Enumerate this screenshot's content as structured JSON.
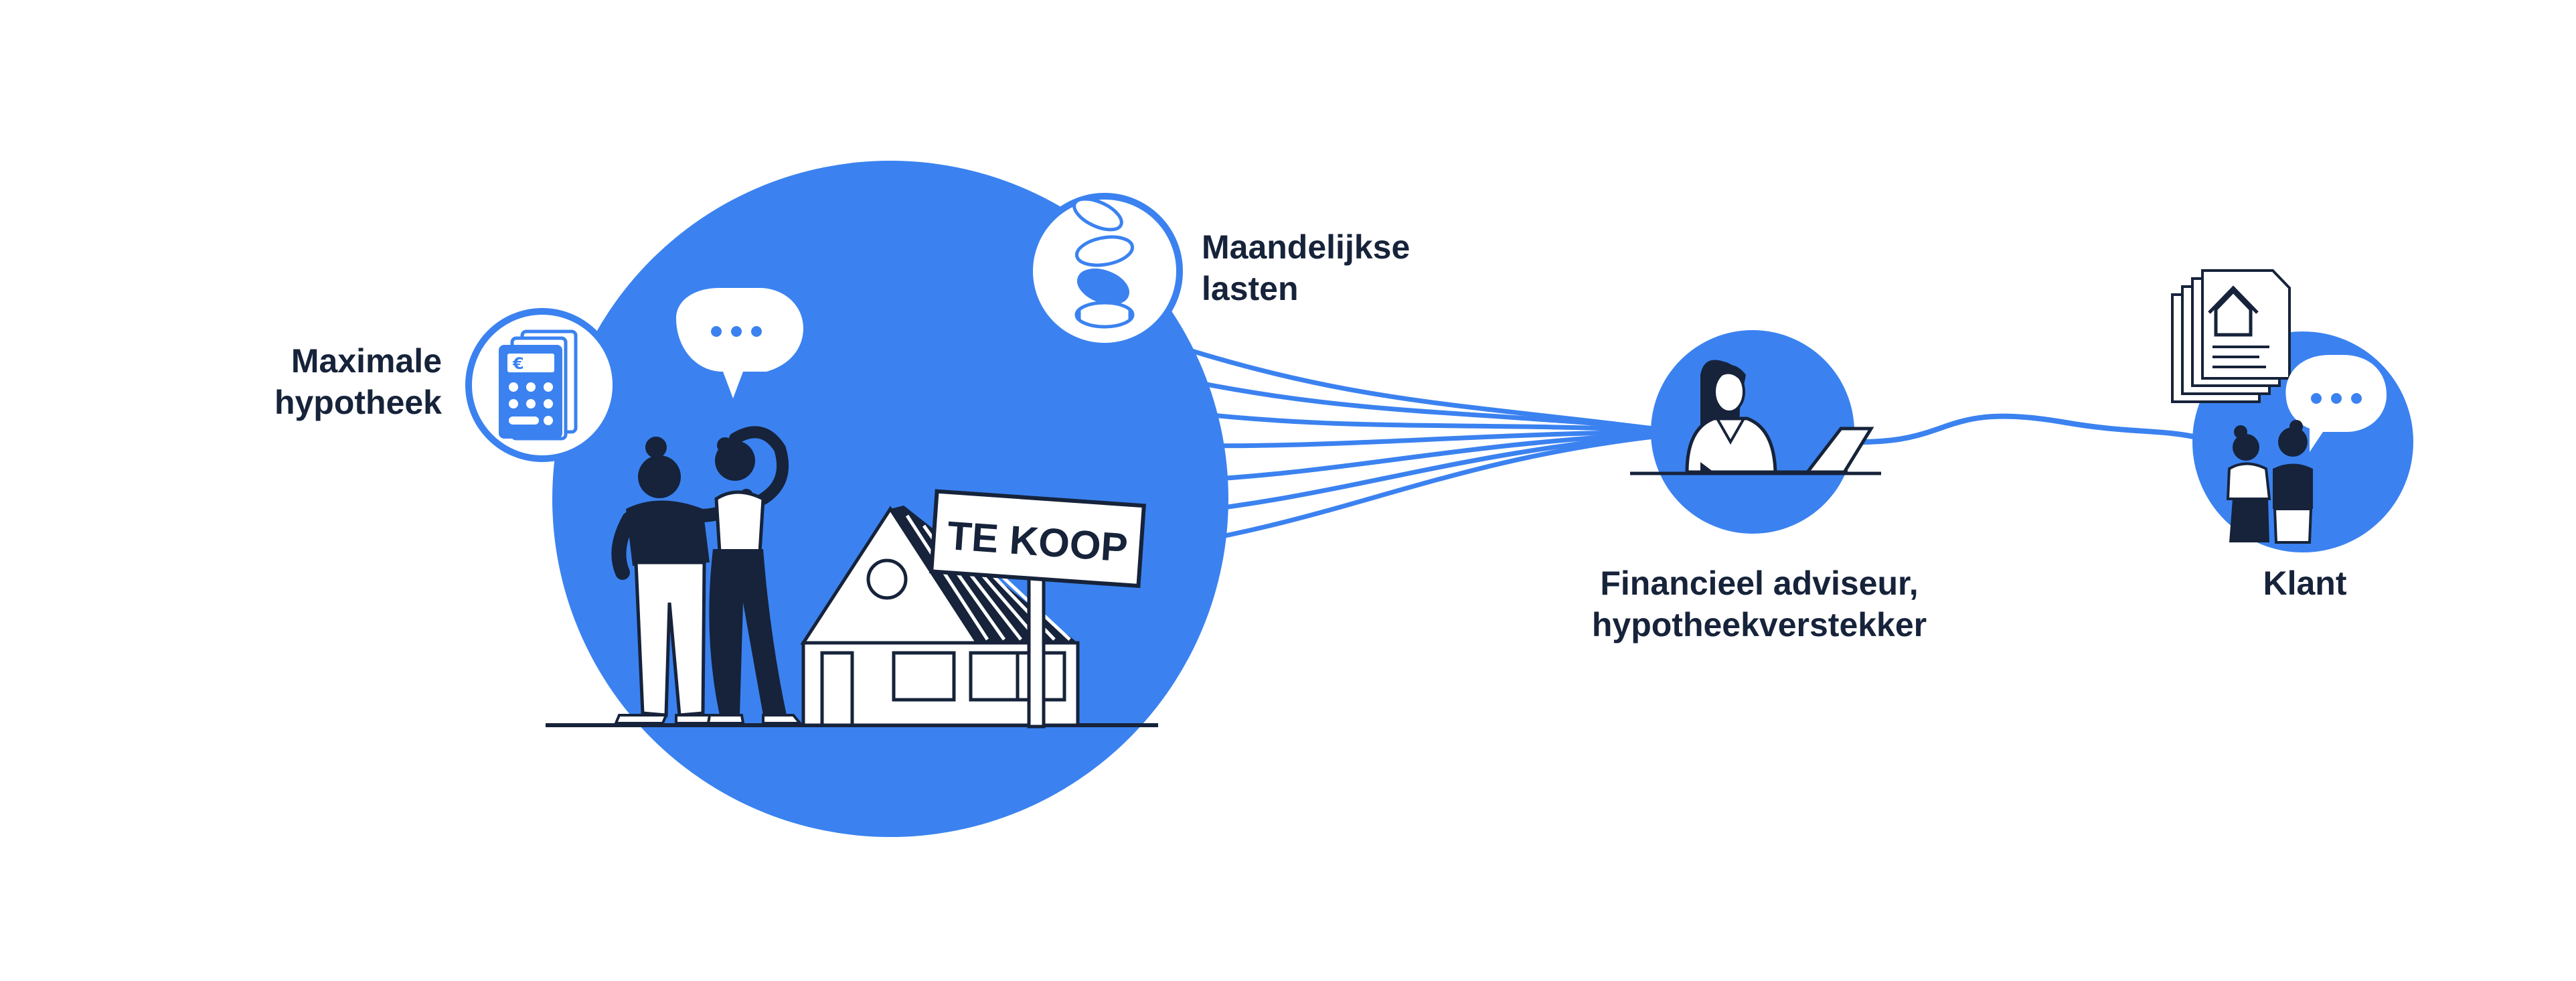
{
  "colors": {
    "accent": "#3b82f0",
    "ink": "#16233a",
    "paper": "#ffffff"
  },
  "labels": {
    "maximale_hypotheek": {
      "line1": "Maximale",
      "line2": "hypotheek"
    },
    "maandelijkse_lasten": {
      "line1": "Maandelijkse",
      "line2": "lasten"
    },
    "adviseur": {
      "line1": "Financieel adviseur,",
      "line2": "hypotheekverstekker"
    },
    "klant": {
      "line1": "Klant"
    }
  },
  "sign": {
    "text": "TE KOOP"
  },
  "icons": [
    "calculator-icon",
    "coins-icon",
    "speech-bubble-icon",
    "house-icon",
    "documents-icon",
    "laptop-icon"
  ]
}
